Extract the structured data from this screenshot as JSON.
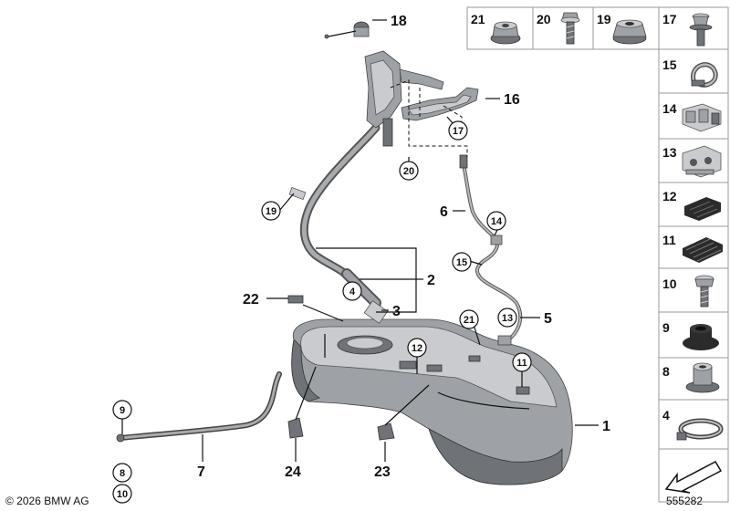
{
  "diagram": {
    "callouts": [
      {
        "id": "c1",
        "text": "1"
      },
      {
        "id": "c2",
        "text": "2"
      },
      {
        "id": "c3",
        "text": "3"
      },
      {
        "id": "c5",
        "text": "5"
      },
      {
        "id": "c6",
        "text": "6"
      },
      {
        "id": "c7",
        "text": "7"
      },
      {
        "id": "c16",
        "text": "16"
      },
      {
        "id": "c18",
        "text": "18"
      },
      {
        "id": "c22",
        "text": "22"
      },
      {
        "id": "c23",
        "text": "23"
      },
      {
        "id": "c24",
        "text": "24"
      }
    ],
    "circled": [
      {
        "id": "k4",
        "text": "4"
      },
      {
        "id": "k8",
        "text": "8"
      },
      {
        "id": "k9",
        "text": "9"
      },
      {
        "id": "k10",
        "text": "10"
      },
      {
        "id": "k11",
        "text": "11"
      },
      {
        "id": "k12",
        "text": "12"
      },
      {
        "id": "k13",
        "text": "13"
      },
      {
        "id": "k14",
        "text": "14"
      },
      {
        "id": "k15",
        "text": "15"
      },
      {
        "id": "k17",
        "text": "17"
      },
      {
        "id": "k19",
        "text": "19"
      },
      {
        "id": "k20",
        "text": "20"
      },
      {
        "id": "k21",
        "text": "21"
      }
    ],
    "parts_top_row": [
      {
        "number": "21",
        "icon": "flange-nut-icon"
      },
      {
        "number": "20",
        "icon": "hex-bolt-icon"
      },
      {
        "number": "19",
        "icon": "hex-nut-icon"
      },
      {
        "number": "17",
        "icon": "collar-bolt-icon"
      }
    ],
    "parts_column": [
      {
        "number": "15",
        "icon": "pipe-clip-icon"
      },
      {
        "number": "14",
        "icon": "double-clip-icon"
      },
      {
        "number": "13",
        "icon": "line-holder-icon"
      },
      {
        "number": "12",
        "icon": "rubber-pad-icon"
      },
      {
        "number": "11",
        "icon": "ribbed-pad-icon"
      },
      {
        "number": "10",
        "icon": "screw-icon"
      },
      {
        "number": "9",
        "icon": "grommet-icon"
      },
      {
        "number": "8",
        "icon": "spacer-sleeve-icon"
      },
      {
        "number": "4",
        "icon": "hose-clamp-icon"
      }
    ],
    "nav_arrow_icon": "return-arrow-icon",
    "copyright": "© 2026 BMW AG",
    "diagram_id": "555282"
  }
}
